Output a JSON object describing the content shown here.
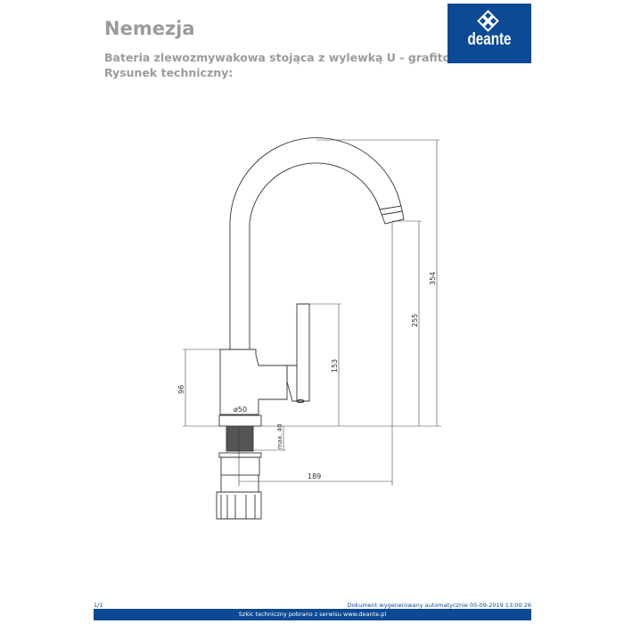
{
  "header": {
    "title": "Nemezja",
    "subtitle": "Bateria zlewozmywakowa stojąca z wylewką U - grafitowa",
    "section": "Rysunek techniczny:",
    "logo_text": "deante"
  },
  "drawing": {
    "dimensions": {
      "total_height": "354",
      "spout_height": "255",
      "handle_height": "153",
      "body_height": "96",
      "diameter": "ø50",
      "max_thickness": "max. 40",
      "reach": "189"
    }
  },
  "footer": {
    "page": "1/1",
    "generated": "Dokument wygenerowany automatycznie 05-09-2019 13:00:26",
    "source": "Szkic techniczny pobrano z serwisu www.deante.pl"
  },
  "colors": {
    "brand": "#0d4a96",
    "heading": "#9b9b9b"
  }
}
